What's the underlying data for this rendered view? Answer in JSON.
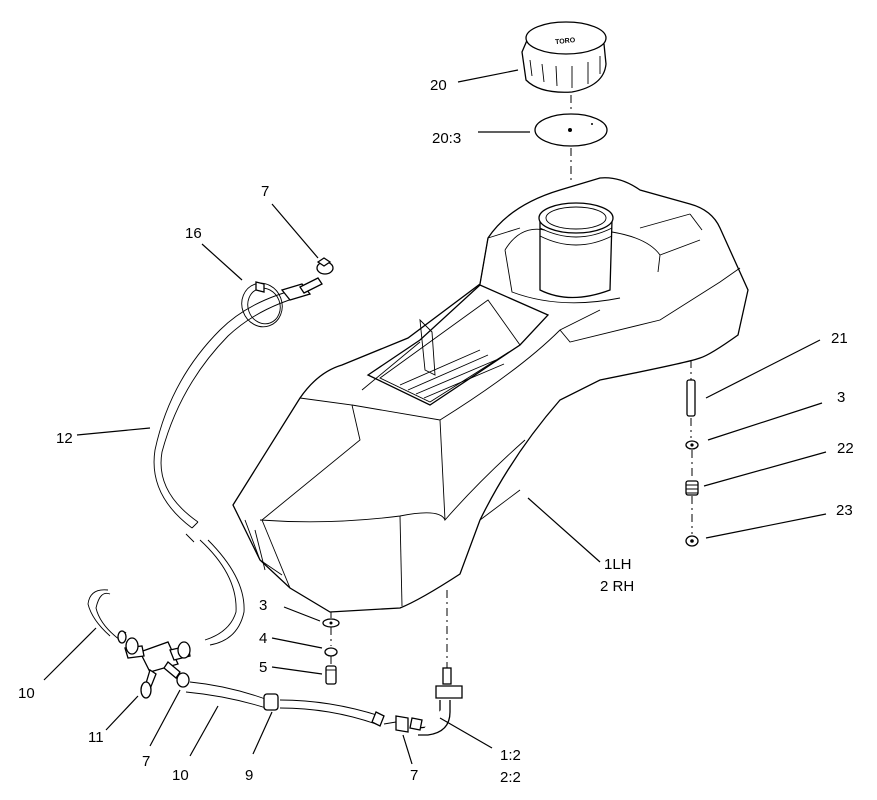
{
  "diagram": {
    "callouts": {
      "c20": "20",
      "c20_3": "20:3",
      "c7_top": "7",
      "c16": "16",
      "c12": "12",
      "c21": "21",
      "c3_right": "3",
      "c22": "22",
      "c23": "23",
      "c1lh": "1LH",
      "c2rh": "2 RH",
      "c3_left": "3",
      "c4": "4",
      "c5": "5",
      "c10_left": "10",
      "c11": "11",
      "c7_mid": "7",
      "c10_bottom": "10",
      "c9": "9",
      "c7_bottom": "7",
      "c1_2": "1:2",
      "c2_2": "2:2"
    },
    "cap_logo": "TORO"
  }
}
